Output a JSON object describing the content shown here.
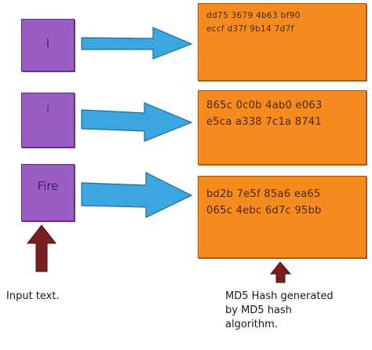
{
  "inputs": [
    "I",
    "i",
    "Fire"
  ],
  "hashes": [
    [
      "dd75 3679 4b63 bf90",
      "eccf d37f 9b14 7d7f"
    ],
    [
      "865c 0c0b 4ab0 e063",
      "e5ca a338 7c1a 8741"
    ],
    [
      "bd2b 7e5f 85a6 ea65",
      "065c 4ebc 6d7c 95bb"
    ]
  ],
  "captions": {
    "input": "Input text.",
    "md5_line1": "MD5 Hash generated",
    "md5_line2": "by MD5 hash",
    "md5_line3": "algorithm."
  },
  "colors": {
    "input_box": "#9b5cc4",
    "hash_box": "#f58a1f",
    "arrow_blue": "#3ba6e0",
    "arrow_red": "#7a1f1f"
  }
}
